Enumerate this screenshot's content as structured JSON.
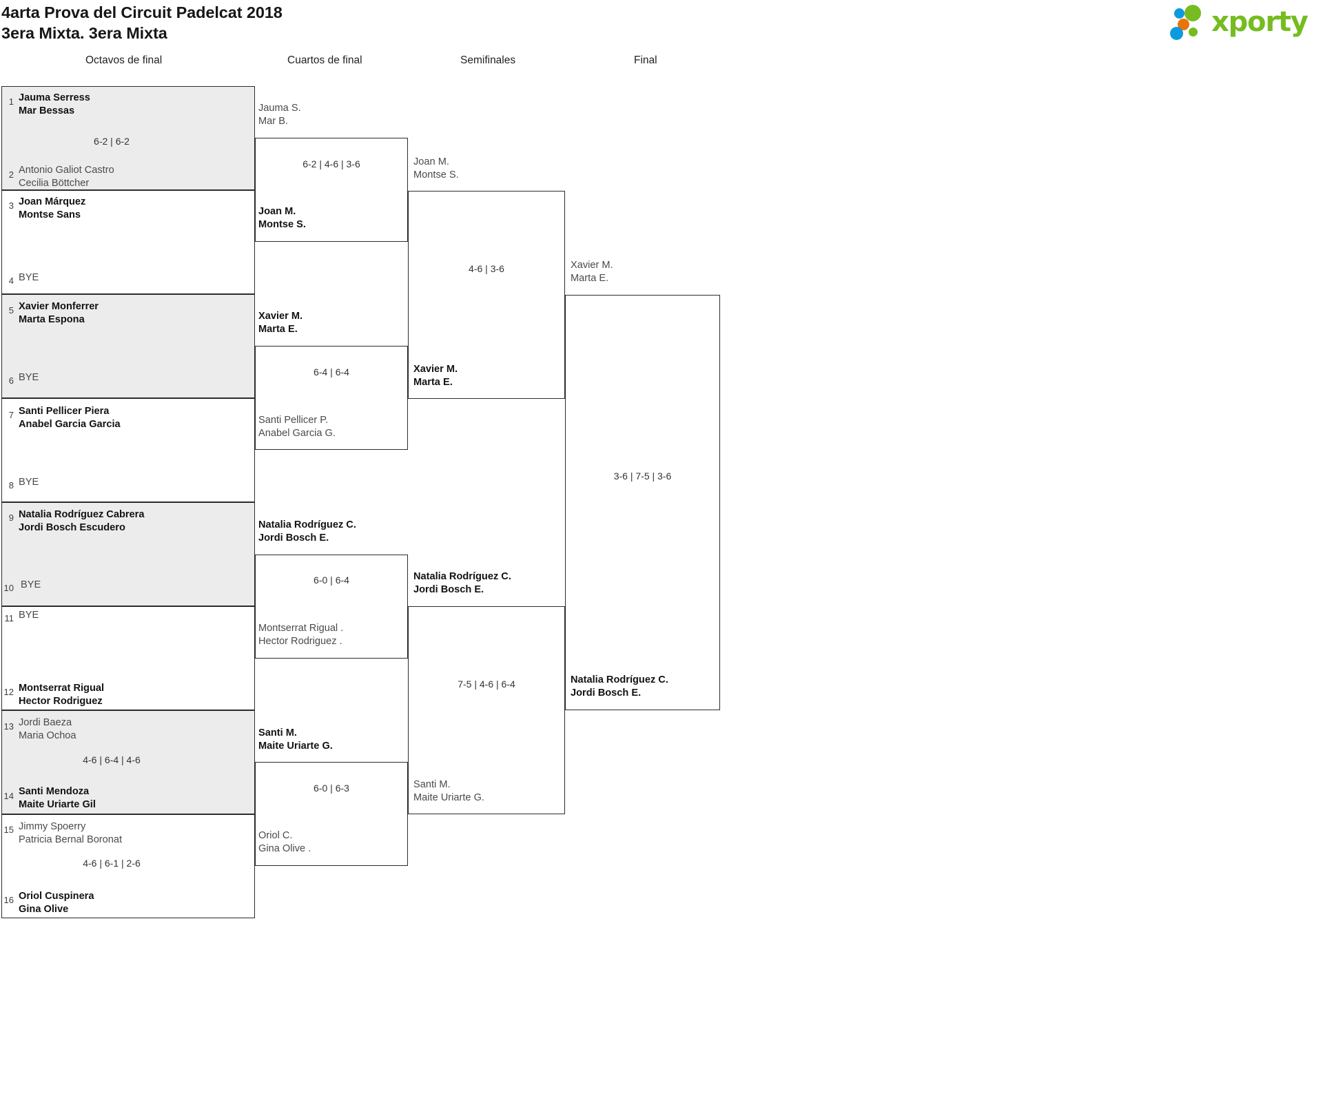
{
  "header": {
    "title_line1": "4arta Prova del Circuit Padelcat 2018",
    "title_line2": "3era Mixta. 3era Mixta",
    "logo_word": "xporty",
    "logo_colors": {
      "green": "#76bc21",
      "blue": "#0c9ade",
      "orange": "#e8740c"
    }
  },
  "rounds": [
    {
      "label": "Octavos de final"
    },
    {
      "label": "Cuartos de final"
    },
    {
      "label": "Semifinales"
    },
    {
      "label": "Final"
    }
  ],
  "bye_label": "BYE",
  "r1": {
    "seeds": [
      "1",
      "2",
      "3",
      "4",
      "5",
      "6",
      "7",
      "8",
      "9",
      "10",
      "11",
      "12",
      "13",
      "14",
      "15",
      "16"
    ],
    "entries": [
      {
        "l1": "Jauma Serress",
        "l2": "Mar Bessas",
        "state": "win"
      },
      {
        "l1": "Antonio Galiot Castro",
        "l2": "Cecilia Böttcher",
        "state": "lose"
      },
      {
        "l1": "Joan Márquez",
        "l2": "Montse Sans",
        "state": "win"
      },
      {
        "l1": "BYE",
        "l2": "",
        "state": "bye"
      },
      {
        "l1": "Xavier Monferrer",
        "l2": "Marta Espona",
        "state": "win"
      },
      {
        "l1": "BYE",
        "l2": "",
        "state": "bye"
      },
      {
        "l1": "Santi Pellicer Piera",
        "l2": "Anabel Garcia Garcia",
        "state": "win"
      },
      {
        "l1": "BYE",
        "l2": "",
        "state": "bye"
      },
      {
        "l1": "Natalia Rodríguez Cabrera",
        "l2": "Jordi Bosch Escudero",
        "state": "win"
      },
      {
        "l1": "BYE",
        "l2": "",
        "state": "bye"
      },
      {
        "l1": "BYE",
        "l2": "",
        "state": "bye"
      },
      {
        "l1": "Montserrat Rigual",
        "l2": "Hector Rodriguez",
        "state": "win"
      },
      {
        "l1": "Jordi Baeza",
        "l2": "Maria Ochoa",
        "state": "lose"
      },
      {
        "l1": "Santi Mendoza",
        "l2": "Maite Uriarte Gil",
        "state": "win"
      },
      {
        "l1": "Jimmy Spoerry",
        "l2": "Patricia Bernal Boronat",
        "state": "lose"
      },
      {
        "l1": "Oriol Cuspinera",
        "l2": "Gina Olive",
        "state": "win"
      }
    ],
    "scores": [
      "6-2 | 6-2",
      "",
      "",
      "",
      "4-6 | 6-4 | 4-6",
      "4-6 | 6-1 | 2-6"
    ]
  },
  "r2": {
    "entries": [
      {
        "l1": "Jauma S.",
        "l2": "Mar B.",
        "state": "lose"
      },
      {
        "l1": "Joan M.",
        "l2": "Montse S.",
        "state": "win"
      },
      {
        "l1": "Xavier M.",
        "l2": "Marta E.",
        "state": "win"
      },
      {
        "l1": "Santi Pellicer P.",
        "l2": "Anabel Garcia G.",
        "state": "lose"
      },
      {
        "l1": "Natalia Rodríguez C.",
        "l2": "Jordi Bosch E.",
        "state": "win"
      },
      {
        "l1": "Montserrat Rigual .",
        "l2": "Hector Rodriguez .",
        "state": "lose"
      },
      {
        "l1": "Santi M.",
        "l2": "Maite Uriarte G.",
        "state": "win"
      },
      {
        "l1": "Oriol C.",
        "l2": "Gina Olive .",
        "state": "lose"
      }
    ],
    "scores": [
      "6-2 | 4-6 | 3-6",
      "6-4 | 6-4",
      "6-0 | 6-4",
      "6-0 | 6-3"
    ]
  },
  "r3": {
    "entries": [
      {
        "l1": "Joan M.",
        "l2": "Montse S.",
        "state": "lose"
      },
      {
        "l1": "Xavier M.",
        "l2": "Marta E.",
        "state": "win"
      },
      {
        "l1": "Natalia Rodríguez C.",
        "l2": "Jordi Bosch E.",
        "state": "win"
      },
      {
        "l1": "Santi M.",
        "l2": "Maite Uriarte G.",
        "state": "lose"
      }
    ],
    "scores": [
      "4-6 | 3-6",
      "7-5 | 4-6 | 6-4"
    ]
  },
  "r4": {
    "entries": [
      {
        "l1": "Xavier M.",
        "l2": "Marta E.",
        "state": "lose"
      },
      {
        "l1": "Natalia Rodríguez C.",
        "l2": "Jordi Bosch E.",
        "state": "win"
      }
    ],
    "scores": [
      "3-6 | 7-5 | 3-6"
    ]
  }
}
